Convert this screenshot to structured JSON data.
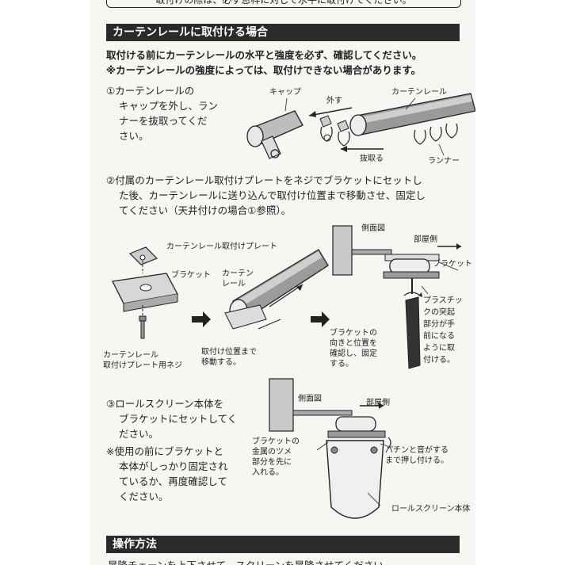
{
  "top_notice": "取付けの際は、必ず窓枠に対して水平に取付けてください。",
  "section_rail": {
    "title": "カーテンレールに取付ける場合",
    "intro_1": "取付ける前にカーテンレールの水平と強度を必ず、確認してください。",
    "intro_2": "※カーテンレールの強度によっては、取付けできない場合があります。",
    "step1": [
      "①カーテンレールの",
      "キャップを外し、ラン",
      "ナーを抜取ってくだ",
      "さい。"
    ],
    "fig1": {
      "cap": "キャップ",
      "remove": "外す",
      "rail": "カーテンレール",
      "pull": "抜取る",
      "runner": "ランナー"
    },
    "step2": [
      "②付属のカーテンレール取付けプレートをネジでブラケットにセットし",
      "た後、カーテンレールに送り込んで取付け位置まで移動させ、固定し",
      "てください（天井付けの場合①参照）。"
    ],
    "fig2": {
      "plate": "カーテンレール取付けプレート",
      "bracket": "ブラケット",
      "rail": [
        "カーテン",
        "レール"
      ],
      "screw": [
        "カーテンレール",
        "取付けプレート用ネジ"
      ],
      "move": [
        "取付け位置まで",
        "移動する。"
      ],
      "side_view": "側面図",
      "room_side": "部屋側",
      "bracket_right": "ブラケット",
      "check": [
        "ブラケットの",
        "向きと位置を",
        "確認し、固定",
        "する。"
      ],
      "plastic": [
        "プラスチッ",
        "クの突起",
        "部分が手",
        "前になる",
        "ように取",
        "付ける。"
      ]
    },
    "step3": [
      "③ロールスクリーン本体を",
      "ブラケットにセットしてく",
      "ださい。",
      "※使用の前にブラケットと",
      "本体がしっかり固定され",
      "ているか、再度確認して",
      "ください。"
    ],
    "fig3": {
      "side_view": "側面図",
      "room_side": "部屋側",
      "claw": [
        "ブラケットの",
        "金属のツメ",
        "部分を先に",
        "入れる。"
      ],
      "snap": [
        "パチンと音がする",
        "まで押し付ける。"
      ],
      "body": "ロールスクリーン本体"
    }
  },
  "section_operation": {
    "title": "操作方法",
    "line_1": "昇降チェーンを上下させて、スクリーンを昇降させてください。"
  }
}
